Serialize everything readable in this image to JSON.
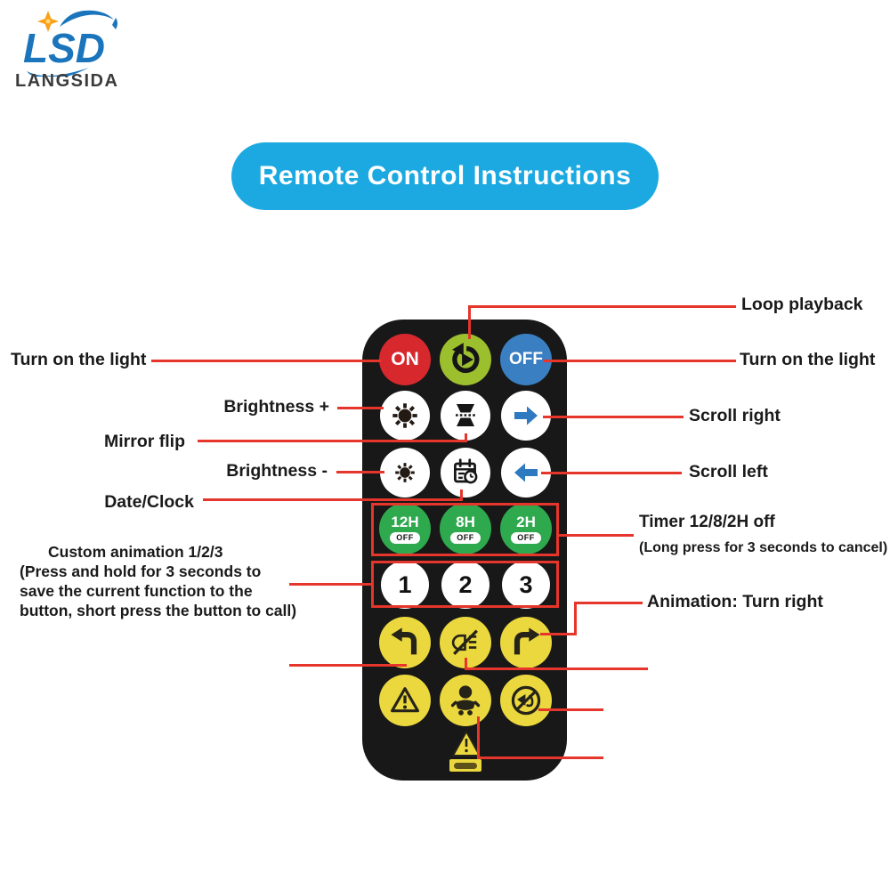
{
  "logo": {
    "name": "LSD",
    "company": "LANGSIDA",
    "brand_blue": "#1B75BC",
    "star_orange": "#F9A11B"
  },
  "banner": {
    "title": "Remote Control Instructions",
    "color": "#1CA9E1"
  },
  "colors": {
    "callout_red": "#E6352B",
    "on_red": "#D7282E",
    "off_blue": "#3A7FC2",
    "loop_green": "#9CBF2E",
    "timer_green": "#2EA94E",
    "button_yellow": "#EBD83E",
    "arrow_blue": "#2E7AC0",
    "remote_black": "#181818"
  },
  "remote": {
    "on_label": "ON",
    "off_label": "OFF",
    "timer_buttons": [
      {
        "hours": "12H",
        "state": "OFF"
      },
      {
        "hours": "8H",
        "state": "OFF"
      },
      {
        "hours": "2H",
        "state": "OFF"
      }
    ],
    "custom_buttons": [
      "1",
      "2",
      "3"
    ]
  },
  "icons": {
    "loop": "loop-playback-icon (circular arrow with play triangle)",
    "brightness_plus": "sun-large-icon",
    "mirror_flip": "mirror-flip-icon (two trapezoids with dashed line)",
    "scroll_right": "arrow-right-icon",
    "brightness_minus": "sun-small-icon",
    "date_clock": "calendar-clock-icon",
    "scroll_left": "arrow-left-icon",
    "turn_left": "curved-arrow-left-icon",
    "headlight_off": "no-headlight-icon",
    "turn_right": "curved-arrow-right-icon",
    "warning": "warning-triangle-icon",
    "baby": "baby-icon",
    "horn_off": "no-horn-icon",
    "sticker": "warning-label-sticker"
  },
  "callouts": {
    "loop_playback": "Loop playback",
    "turn_on_left": "Turn on the light",
    "turn_on_right": "Turn on the light",
    "brightness_plus": "Brightness +",
    "mirror_flip": "Mirror flip",
    "brightness_minus": "Brightness -",
    "date_clock": "Date/Clock",
    "scroll_right": "Scroll right",
    "scroll_left": "Scroll left",
    "custom_animation": {
      "line1": "Custom animation 1/2/3",
      "line2": "(Press and hold for 3 seconds to",
      "line3": "save the current function to the",
      "line4": "button, short press the button to call)"
    },
    "timer": {
      "title": "Timer 12/8/2H off",
      "subtitle": "(Long press for 3 seconds to cancel)"
    },
    "animation_turn_right": "Animation: Turn right"
  }
}
